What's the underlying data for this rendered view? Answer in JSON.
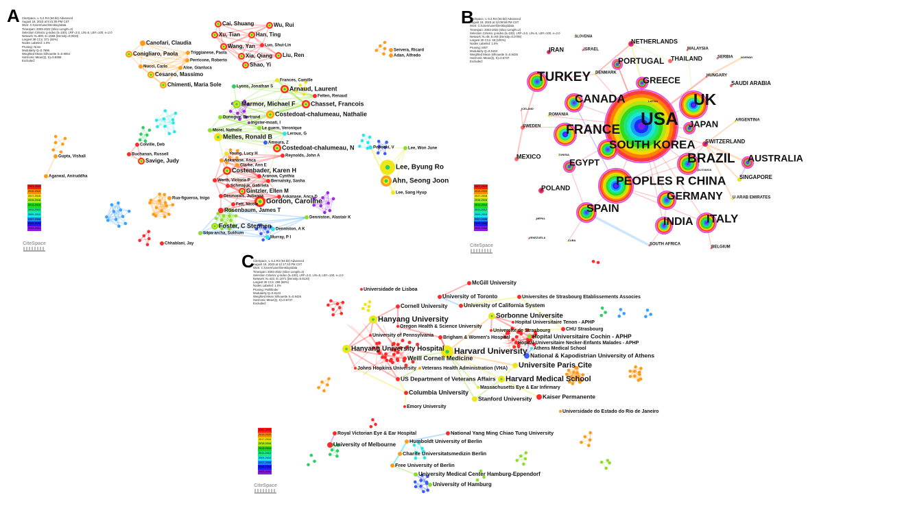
{
  "legend_years": [
    "2021-2022",
    "2019-2020",
    "2017-2018",
    "2015-2016",
    "2013-2014",
    "2011-2012",
    "2009-2010",
    "2007-2008",
    "2005-2006",
    "2003-2004"
  ],
  "legend_colors": [
    "#ff1a1a",
    "#ff8c00",
    "#f2e600",
    "#a6e61a",
    "#1ad91a",
    "#1ae68c",
    "#1ae6e6",
    "#1a8cff",
    "#1a1aff",
    "#8c1ae6"
  ],
  "logo_text": "CiteSpace",
  "panel_a": {
    "letter": "A",
    "info": [
      "CiteSpace, v. 6.2.R4 (64-bit) Advanced",
      "August 18, 2023 at 8:41:05 PM CST",
      "WoS: C:\\Users\\user\\Desktop\\data",
      "Timespan: 2003-2022 (Slice Length=2)",
      "Selection Criteria: g-index (k=100), LRF=3.0, L/N=5, LBY=100, e=2.0",
      "Network: N=800, E=1058 (Density=0.0033)",
      "Largest 38 CCs: 371 (46%)",
      "Nodes Labeled: 1.0%",
      "Pruning: None",
      "Modularity Q=0.7686",
      "Weighted Mean Silhouette S=0.9064",
      "Harmonic Mean(Q, S)=0.8358",
      "Excluded:"
    ],
    "nodes": [
      "Cai, Shuang",
      "Wu, Rui",
      "Xu, Tian",
      "Han, Ting",
      "Wang, Yan",
      "Luo, Shui-Lin",
      "Xia, Qiang",
      "Liu, Ren",
      "Shao, Yi",
      "Canofari, Claudia",
      "Conigliaro, Paola",
      "Triggianese, Paola",
      "Perricone, Roberto",
      "Nucci, Carlo",
      "Aloe, Gianluca",
      "Cesareo, Massimo",
      "Chimenti, Maria Sole",
      "Lyons, Jonathan S",
      "Frances, Camille",
      "Arnaud, Laurent",
      "Felten, Renaud",
      "Marmor, Michael F",
      "Chasset, Francois",
      "Costedoat-chalumeau, Nathalie",
      "Dunogue, Bertrand",
      "Ingster-moati, I",
      "Morel, Nathalie",
      "Le guern, Veronique",
      "Leroux, G",
      "Melles, Ronald B",
      "Amoura, Z",
      "Costedoat-chalumeau, N",
      "Reynolds, John A",
      "Young, Lucy H",
      "Askanase, Anca",
      "Clarke, Ann E",
      "Costenbader, Karen H",
      "Aranow, Cynthia",
      "Werth, Victoria P",
      "Bernatsky, Sasha",
      "Schmajuk, Gabriela",
      "Gintzler, Ellen M",
      "Desmarais, Julianna",
      "Askanase, Anca D",
      "Gordon, Caroline",
      "Fett, Nicole",
      "Rosenbaum, James T",
      "Denniston, Alastair K",
      "Foster, C Stephen",
      "Silpa-archa, Sukhum",
      "Denniston, A K",
      "Murray, P I",
      "Colville, Deb",
      "Buchanan, Russell",
      "Savige, Judy",
      "Gupta, Vishali",
      "Agarwal, Aniruddha",
      "Rua-figueroa, Inigo",
      "Chhablani, Jay",
      "Poposki, V",
      "Lee, Won June",
      "Lee, Byung Ro",
      "Ahn, Seong Joon",
      "Lee, Sang Hyup",
      "Servera, Ricard",
      "Adan, Alfredo"
    ]
  },
  "panel_b": {
    "letter": "B",
    "info": [
      "CiteSpace, v. 6.2.R4 (64-bit) Advanced",
      "August 18, 2023 at 12:09:58 PM CST",
      "WoS: C:\\Users\\user\\Desktop\\data",
      "Timespan: 2003-2022 (Slice Length=2)",
      "Selection Criteria: g-index (k=100), LRF=3.0, L/N=5, LBY=100, e=2.0",
      "Network: N=48, E=80 (Density=0.0709)",
      "Largest 30 CCs: 48 (100%)",
      "Nodes Labeled: 1.0%",
      "Pruning: MST",
      "Modularity Q=0.5163",
      "Weighted Mean Silhouette S=0.8426",
      "Harmonic Mean(Q, S)=0.6737",
      "Excluded:"
    ],
    "nodes": [
      "NETHERLANDS",
      "IRAN",
      "ISRAEL",
      "SLOVENIA",
      "MALAYSIA",
      "SERBIA",
      "NORWAY",
      "PORTUGAL",
      "THAILAND",
      "DENMARK",
      "HUNGARY",
      "TURKEY",
      "GREECE",
      "SAUDI ARABIA",
      "CANADA",
      "UK",
      "LATVIA",
      "ICELAND",
      "ROMANIA",
      "USA",
      "JAPAN",
      "ARGENTINA",
      "SWEDEN",
      "FRANCE",
      "TUNISIA",
      "MEXICO",
      "SOUTH KOREA",
      "SWITZERLAND",
      "EGYPT",
      "BRAZIL",
      "AUSTRALIA",
      "SLOVAKIA",
      "PEOPLES R CHINA",
      "SINGAPORE",
      "POLAND",
      "GERMANY",
      "U ARAB EMIRATES",
      "SPAIN",
      "NEPAL",
      "INDIA",
      "ITALY",
      "VENEZUELA",
      "CUBA",
      "SOUTH AFRICA",
      "BELGIUM"
    ]
  },
  "panel_c": {
    "letter": "C",
    "info": [
      "CiteSpace, v. 6.2.R4 (64-bit) Advanced",
      "August 18, 2023 at 12:17:43 PM CST",
      "WoS: C:\\Users\\user\\Desktop\\data",
      "Timespan: 2003-2022 (Slice Length=2)",
      "Selection Criteria: g-index (k=100), LRF=3.0, L/N=5, LBY=100, e=2.0",
      "Network: N=423, E=1071 (Density=0.0120)",
      "Largest 30 CCs: 289 (68%)",
      "Nodes Labeled: 1.0%",
      "Pruning: Pathfinder",
      "Modularity Q=0.8143",
      "Weighted Mean Silhouette S=0.9426",
      "Harmonic Mean(Q, S)=0.8737",
      "Excluded:"
    ],
    "nodes": [
      "McGill University",
      "Universidade de Lisboa",
      "University of Toronto",
      "Universites de Strasbourg Etablissements Associes",
      "University of California System",
      "Cornell University",
      "Hanyang University",
      "Sorbonne Universite",
      "Oregon Health & Science University",
      "Hopital Universitaire Tenon - APHP",
      "Universite de Strasbourg",
      "CHU Strasbourg",
      "University of Pennsylvania",
      "Brigham & Women's Hospital",
      "Hopital Universitaire Cochin - APHP",
      "Hopital Universitaire Necker-Enfants Malades - APHP",
      "Hanyang University Hospital",
      "Harvard University",
      "Athens Medical School",
      "Weill Cornell Medicine",
      "National & Kapodistrian University of Athens",
      "Universite Paris Cite",
      "Johns Hopkins University",
      "Veterans Health Administration (VHA)",
      "US Department of Veterans Affairs",
      "Harvard Medical School",
      "Massachusetts Eye & Ear Infirmary",
      "Columbia University",
      "Stanford University",
      "Kaiser Permanente",
      "Emory University",
      "Universidade do Estado do Rio de Janeiro",
      "Royal Victorian Eye & Ear Hospital",
      "National Yang Ming Chiao Tung University",
      "Humboldt University of Berlin",
      "University of Melbourne",
      "Charite Universitatsmedizin Berlin",
      "Free University of Berlin",
      "University Medical Center Hamburg-Eppendorf",
      "University of Hamburg"
    ]
  }
}
